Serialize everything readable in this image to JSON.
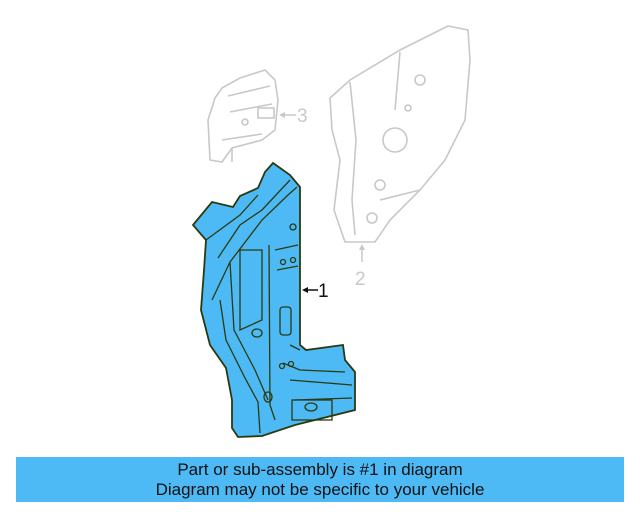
{
  "diagram": {
    "callouts": [
      {
        "number": "1",
        "highlighted": true
      },
      {
        "number": "2",
        "highlighted": false
      },
      {
        "number": "3",
        "highlighted": false
      }
    ],
    "colors": {
      "highlight": "#4dbaf5",
      "outline": "#2a3a10",
      "ghost": "#c8c8c8"
    }
  },
  "banner": {
    "line1": "Part or sub-assembly is #1 in diagram",
    "line2": "Diagram may not be specific to your vehicle"
  }
}
